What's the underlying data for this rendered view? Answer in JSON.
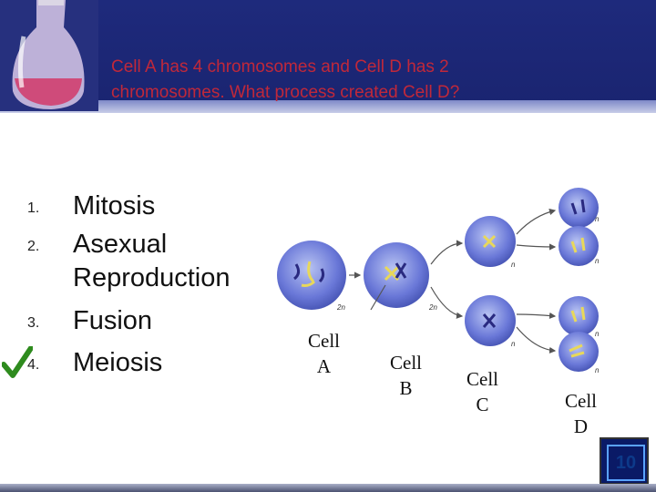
{
  "question": {
    "line1": "Cell A has 4 chromosomes and Cell D has 2",
    "line2": "chromosomes.  What process created Cell D?"
  },
  "answers": [
    {
      "num": "1.",
      "label": "Mitosis"
    },
    {
      "num": "2.",
      "label": "Asexual Reproduction"
    },
    {
      "num": "3.",
      "label": "Fusion"
    },
    {
      "num": "4.",
      "label": "Meiosis",
      "correct": true
    }
  ],
  "diagram": {
    "labels": {
      "a": "Cell\nA",
      "b": "Cell\nB",
      "c": "Cell\nC",
      "d": "Cell\nD"
    },
    "ploidy": {
      "two_n": "2n",
      "n": "n"
    }
  },
  "slide_number": "10",
  "icons": {
    "check": "check-icon",
    "flask": "flask-icon"
  },
  "colors": {
    "header": "#1e2a7c",
    "title": "#c0283a",
    "check": "#2e8b1e",
    "cell": "#6a78d8"
  }
}
